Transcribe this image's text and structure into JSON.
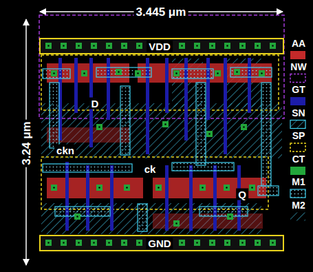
{
  "diagram": {
    "labels": [
      "3.445 μm",
      "3.24 μm",
      "VDD",
      "D",
      "ckn",
      "ck",
      "Q",
      "GND"
    ],
    "legend": [
      {
        "text": "AA",
        "color": "#c42a2a"
      },
      {
        "text": "NW"
      },
      {
        "text": "GT",
        "color": "#1c1ca8"
      },
      {
        "text": "SN"
      },
      {
        "text": "SP"
      },
      {
        "text": "CT",
        "color": "#22a63a"
      },
      {
        "text": "M1"
      },
      {
        "text": "M2"
      }
    ]
  }
}
